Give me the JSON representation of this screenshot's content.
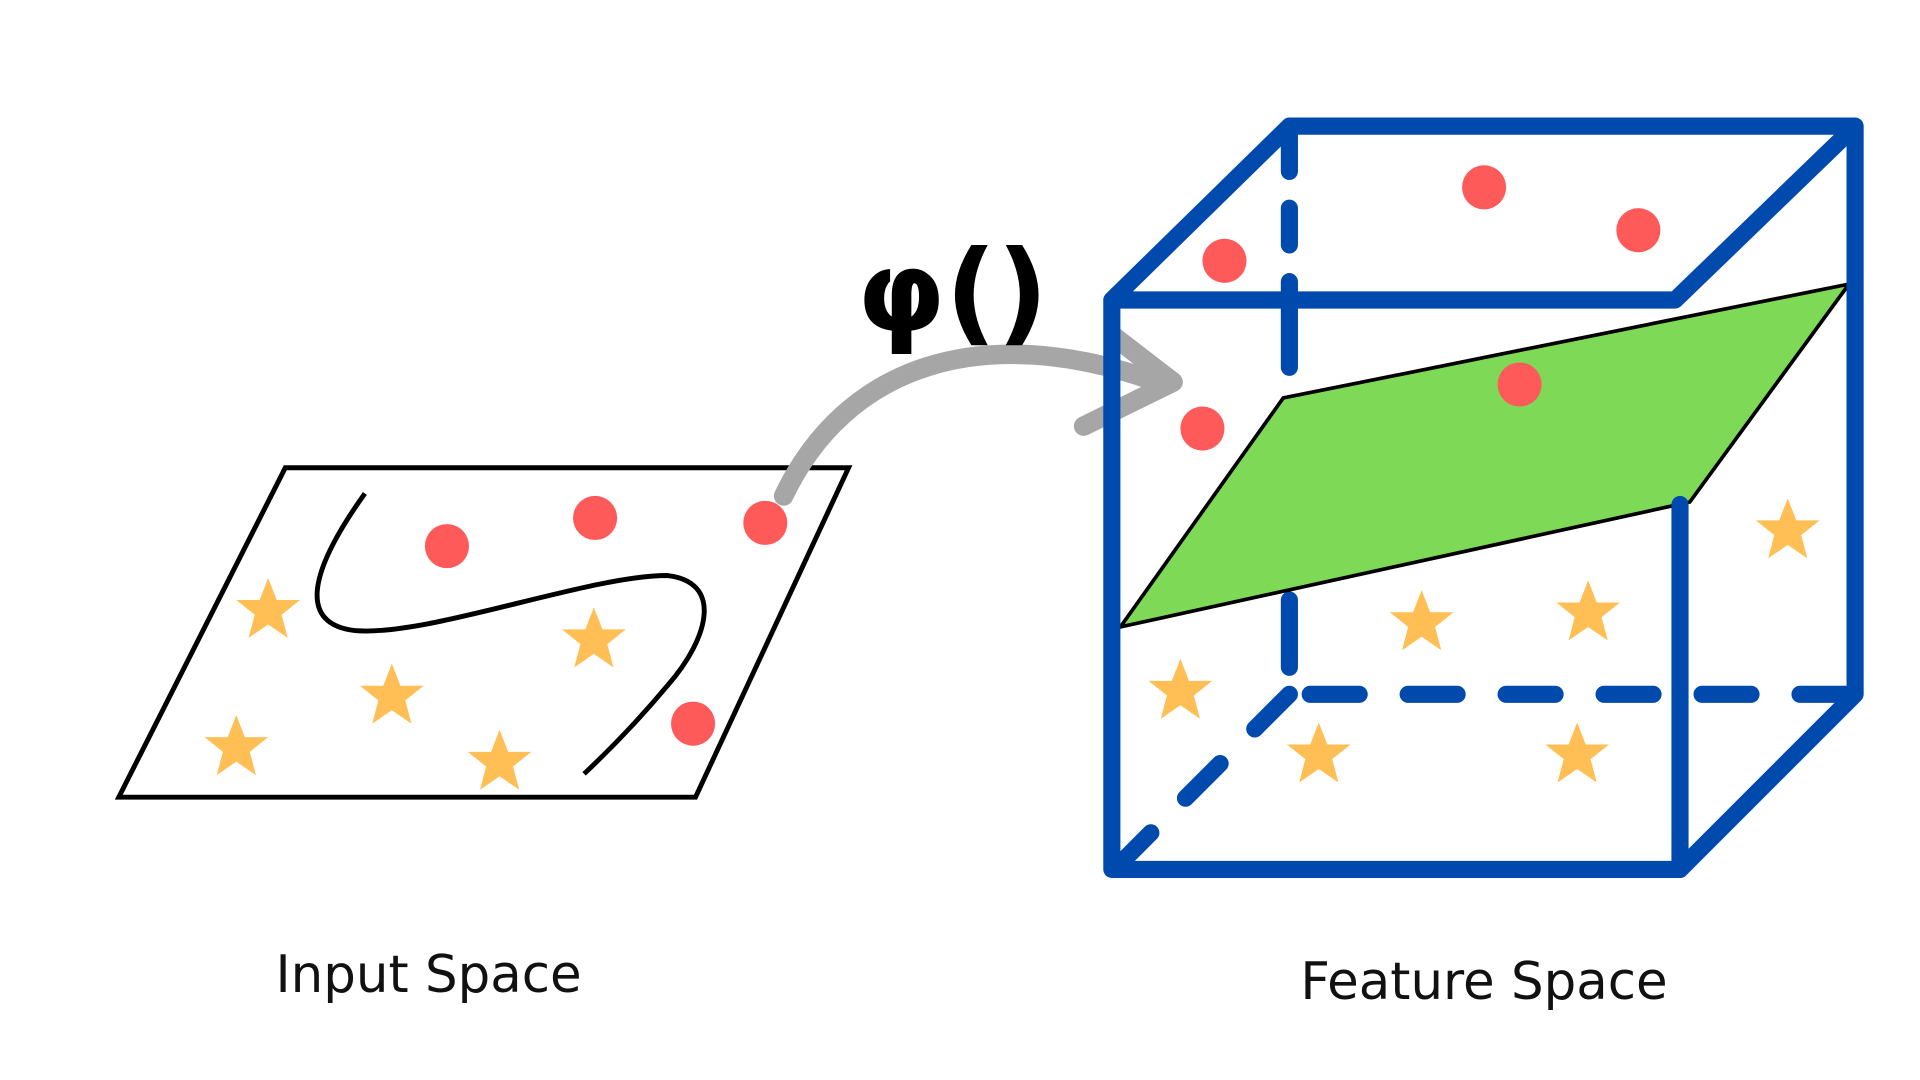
{
  "labels": {
    "input_space": "Input Space",
    "feature_space": "Feature Space",
    "mapping": "φ()"
  },
  "colors": {
    "circle": "#ff5a5a",
    "star": "#ffbf55",
    "cube": "#004aad",
    "plane": "#7ed957",
    "arrow": "#a6a6a6"
  },
  "icons": [
    "circle-point",
    "star-point",
    "curved-arrow-icon"
  ]
}
